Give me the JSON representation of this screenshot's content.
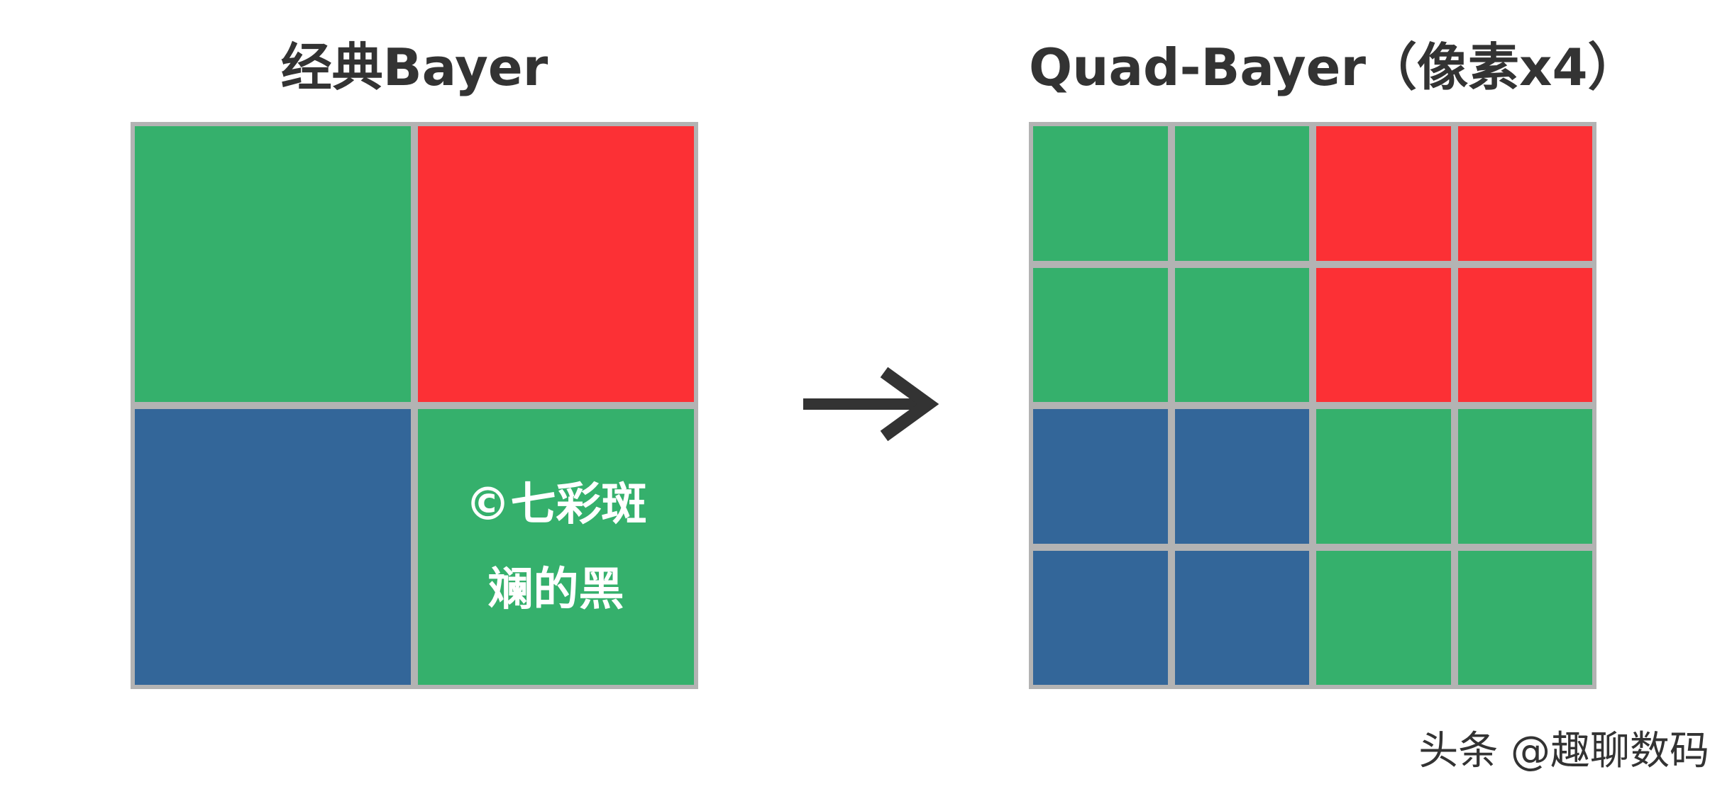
{
  "colors": {
    "green": "#35b06c",
    "red": "#fc3035",
    "blue": "#336699",
    "grid_line": "#b3b3b3",
    "text_dark": "#333333"
  },
  "left_panel": {
    "title": "经典Bayer",
    "cells": [
      {
        "color": "green",
        "lines": []
      },
      {
        "color": "red",
        "lines": []
      },
      {
        "color": "blue",
        "lines": []
      },
      {
        "color": "green",
        "lines": [
          "©七彩斑",
          "斓的黑"
        ]
      }
    ]
  },
  "arrow": {
    "icon": "right-arrow-icon"
  },
  "right_panel": {
    "title": "Quad-Bayer（像素x4）",
    "cells": [
      "green",
      "green",
      "red",
      "red",
      "green",
      "green",
      "red",
      "red",
      "blue",
      "blue",
      "green",
      "green",
      "blue",
      "blue",
      "green",
      "green"
    ]
  },
  "watermark": "头条 @趣聊数码"
}
